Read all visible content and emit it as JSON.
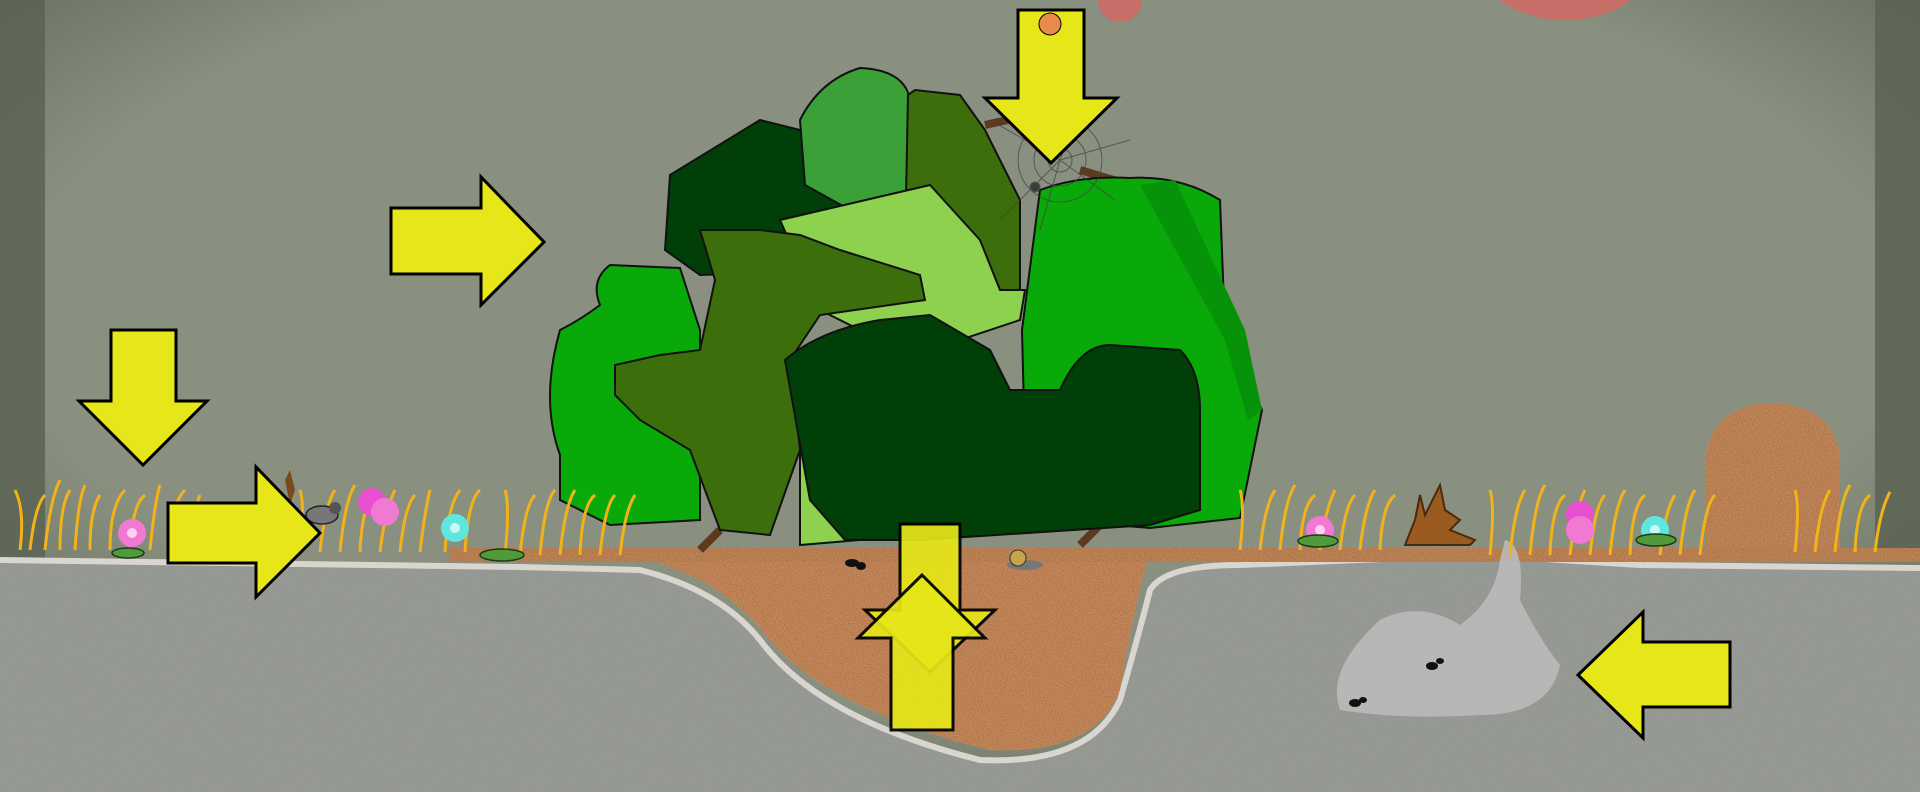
{
  "scene": {
    "name": "garden-cross-section",
    "colors": {
      "sky": "#868d7d",
      "sky_edge": "#5a6352",
      "soil": "#9a9d98",
      "sand": "#c98e5e",
      "arrow": "#e6e619",
      "arrow_stroke": "#000000",
      "grass": "#f2b21a",
      "leaf_light": "#8dd14f",
      "leaf_mid": "#3aa037",
      "leaf_bright": "#09a90a",
      "leaf_olive": "#3d6e0c",
      "leaf_dark": "#003f07",
      "planet": "#c76e68",
      "sun": "#e88a4a"
    }
  },
  "arrows": [
    {
      "id": "arrow-top-down",
      "direction": "down"
    },
    {
      "id": "arrow-left-upper-right",
      "direction": "right"
    },
    {
      "id": "arrow-left-down",
      "direction": "down"
    },
    {
      "id": "arrow-left-lower-right",
      "direction": "right"
    },
    {
      "id": "arrow-center-up",
      "direction": "up"
    },
    {
      "id": "arrow-center-down",
      "direction": "down"
    },
    {
      "id": "arrow-bottom-right-left",
      "direction": "left"
    }
  ],
  "icons": [
    "spider-web-icon",
    "ant-icon",
    "snail-icon",
    "bird-icon",
    "flower-icon",
    "dry-leaf-icon",
    "ant-nest-icon"
  ]
}
